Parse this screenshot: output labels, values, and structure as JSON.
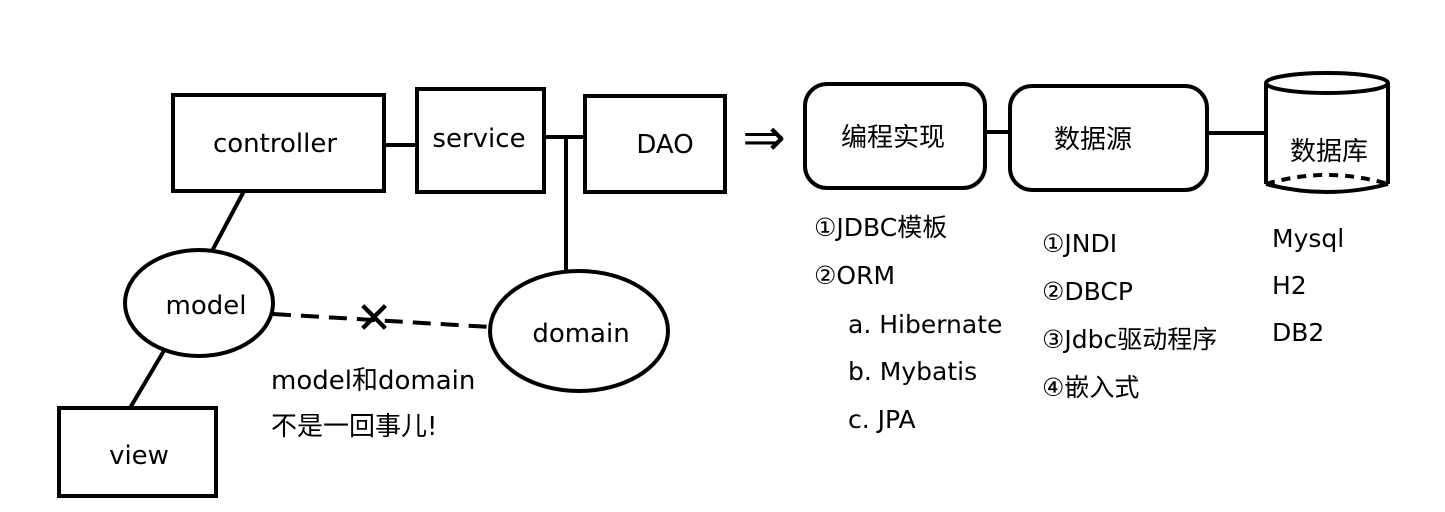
{
  "nodes": {
    "controller": "controller",
    "service": "service",
    "dao": "DAO",
    "model": "model",
    "domain": "domain",
    "view": "view",
    "impl": "编程实现",
    "datasource": "数据源",
    "database": "数据库"
  },
  "note": {
    "line1": "model和domain",
    "line2": "不是一回事儿!"
  },
  "impl_list": [
    "①JDBC模板",
    "②ORM",
    "a. Hibernate",
    "b. Mybatis",
    "c. JPA"
  ],
  "datasource_list": [
    "①JNDI",
    "②DBCP",
    "③Jdbc驱动程序",
    "④嵌入式"
  ],
  "database_list": [
    "Mysql",
    "H2",
    "DB2"
  ],
  "arrow": "⇒",
  "cross_mark": "✕",
  "colors": {
    "ink": "#000000",
    "background": "#ffffff"
  }
}
